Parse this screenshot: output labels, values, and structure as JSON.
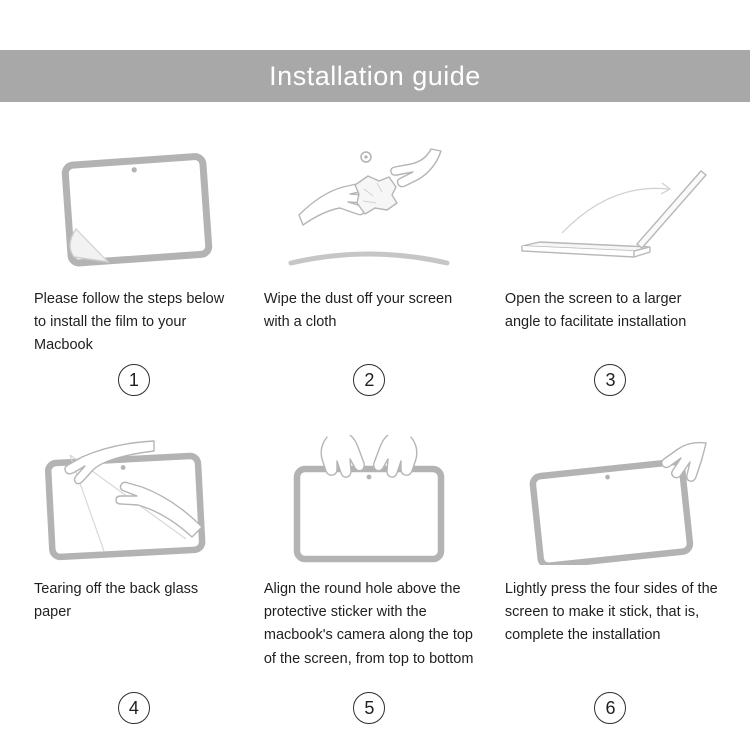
{
  "header": {
    "title": "Installation guide",
    "bg_color": "#a8a8a8",
    "text_color": "#ffffff"
  },
  "colors": {
    "line_art_gray": "#b3b3b3",
    "caption_text": "#1f1f1f",
    "badge_border": "#2f2f2f"
  },
  "steps": [
    {
      "number": "1",
      "icon": "macbook-screen-film-peel-illustration",
      "text": "Please follow the steps below to install the film to your Macbook"
    },
    {
      "number": "2",
      "icon": "hands-wiping-cloth-illustration",
      "text": "Wipe the dust off your screen with a cloth"
    },
    {
      "number": "3",
      "icon": "laptop-open-wide-angle-illustration",
      "text": "Open the screen to a larger angle to facilitate installation"
    },
    {
      "number": "4",
      "icon": "hands-tearing-back-paper-illustration",
      "text": "Tearing off the back glass paper"
    },
    {
      "number": "5",
      "icon": "hands-aligning-film-top-illustration",
      "text": "Align the round hole above the protective sticker with the macbook's camera along the top of the screen, from top to bottom"
    },
    {
      "number": "6",
      "icon": "hand-pressing-screen-edges-illustration",
      "text": "Lightly press the four sides of the screen to make it stick, that is, complete the installation"
    }
  ]
}
